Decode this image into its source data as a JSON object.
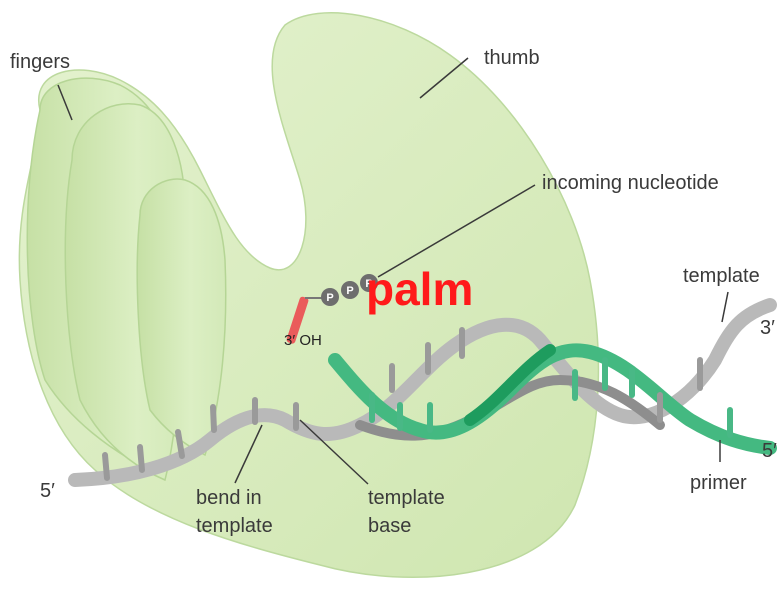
{
  "labels": {
    "fingers": "fingers",
    "thumb": "thumb",
    "incoming_nucleotide": "incoming nucleotide",
    "palm": "palm",
    "template_right": "template",
    "three_prime_right": "3′",
    "five_prime_right": "5′",
    "primer": "primer",
    "five_prime_left": "5′",
    "bend_line1": "bend in",
    "bend_line2": "template",
    "template_base_line1": "template",
    "template_base_line2": "base",
    "three_oh": "3′ OH",
    "phosphate": "P"
  },
  "colors": {
    "protein_fill": "#d9ecc2",
    "protein_stroke": "#b9d89a",
    "template_strand": "#b9b9b9",
    "primer_strand": "#3fb57c",
    "palm_text": "#ff1a1a",
    "nucleotide_red": "#ea5b5b",
    "phosphate": "#6e6e6e"
  }
}
